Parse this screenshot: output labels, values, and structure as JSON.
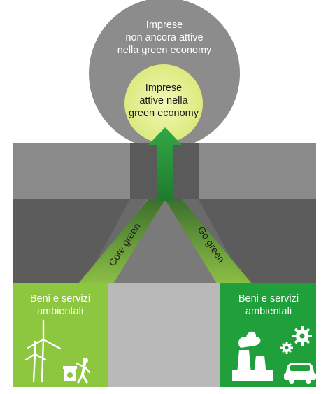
{
  "outer_circle": {
    "line1": "Imprese",
    "line2": "non ancora attive",
    "line3": "nella green economy",
    "color": "#8c8c8c"
  },
  "inner_circle": {
    "line1": "Imprese",
    "line2": "attive nella",
    "line3": "green economy",
    "color": "#e4f08a"
  },
  "paths": {
    "left_label": "Core green",
    "right_label": "Go green",
    "arrow_color": "#2e9e3a"
  },
  "boxes": {
    "left": {
      "line1": "Beni e servizi",
      "line2": "ambientali",
      "color": "#8dc63f"
    },
    "right": {
      "line1": "Beni e servizi",
      "line2": "ambientali",
      "color": "#1fa03a"
    }
  },
  "icons": {
    "left": [
      "wind-turbine-icon",
      "recycle-bin-icon",
      "person-recycling-icon"
    ],
    "right": [
      "factory-icon",
      "gear-icon",
      "car-icon"
    ]
  }
}
